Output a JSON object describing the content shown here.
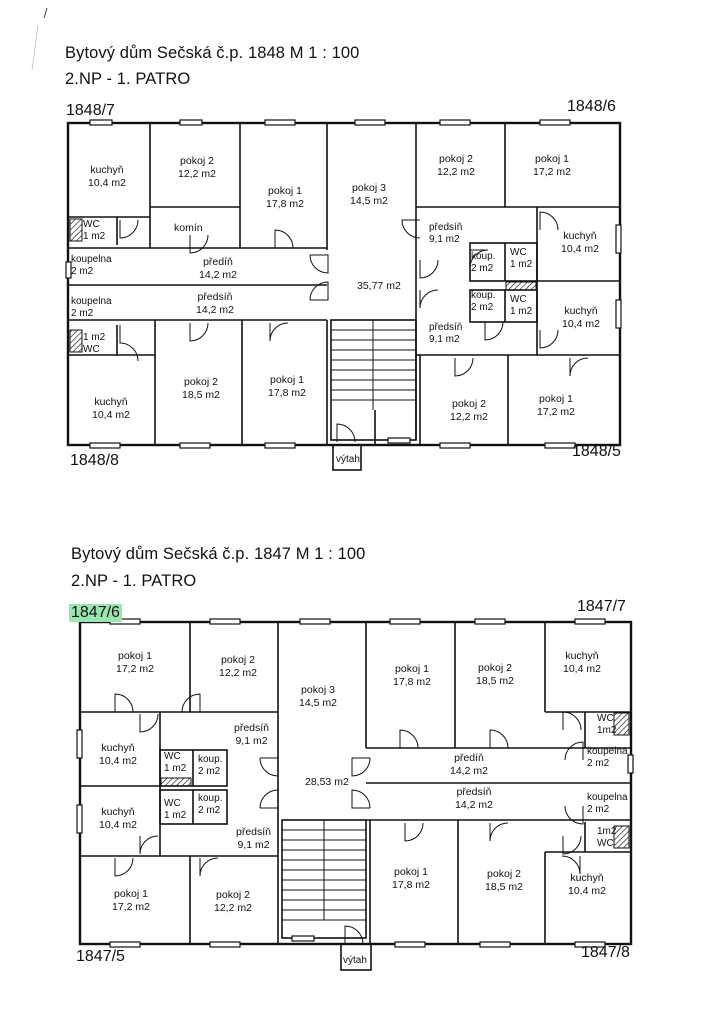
{
  "plan1": {
    "title": "Bytový dům Sečská č.p. 1848 M 1 : 100",
    "floor": "2.NP - 1. PATRO",
    "units": {
      "tl": "1848/7",
      "tr": "1848/6",
      "bl": "1848/8",
      "br": "1848/5"
    },
    "rooms": {
      "kuchyn_tl": "kuchyň\n10,4 m2",
      "pokoj2_tl": "pokoj 2\n12,2 m2",
      "pokoj1_tl": "pokoj 1\n17,8 m2",
      "pokoj3": "pokoj 3\n14,5 m2",
      "pokoj2_tr": "pokoj 2\n12,2 m2",
      "pokoj1_tr": "pokoj 1\n17,2 m2",
      "komin": "komín",
      "wc_tl": "WC\n1 m2",
      "koupelna_tl": "koupelna\n2 m2",
      "predin_tl": "předíň\n14,2 m2",
      "predsin_tr_up": "předsíň\n9,1 m2",
      "koup_tr_up": "koup.\n2 m2",
      "wc_tr_up": "WC\n1 m2",
      "kuchyn_tr_up": "kuchyň\n10,4 m2",
      "hall": "35,77 m2",
      "koupelna_bl": "koupelna\n2 m2",
      "predsin_bl": "předsíň\n14,2 m2",
      "koup_tr_lo": "koup.\n2 m2",
      "wc_tr_lo": "WC\n1 m2",
      "kuchyn_tr_lo": "kuchyň\n10,4 m2",
      "predsin_tr_lo": "předsíň\n9,1 m2",
      "wc_bl": "1 m2\nWC",
      "kuchyn_bl": "kuchyň\n10,4 m2",
      "pokoj2_bl": "pokoj 2\n18,5 m2",
      "pokoj1_bl": "pokoj 1\n17,8 m2",
      "pokoj2_br": "pokoj 2\n12,2 m2",
      "pokoj1_br": "pokoj 1\n17,2 m2",
      "vytah": "výtah"
    }
  },
  "plan2": {
    "title": "Bytový dům Sečská č.p. 1847 M 1 : 100",
    "floor": "2.NP - 1. PATRO",
    "units": {
      "tl": "1847/6",
      "tr": "1847/7",
      "bl": "1847/5",
      "br": "1847/8"
    },
    "rooms": {
      "pokoj1_tl": "pokoj 1\n17,2 m2",
      "pokoj2_tl": "pokoj 2\n12,2 m2",
      "pokoj3": "pokoj 3\n14,5 m2",
      "pokoj1_tr": "pokoj 1\n17,8 m2",
      "pokoj2_tr": "pokoj 2\n18,5 m2",
      "kuchyn_tr": "kuchyň\n10,4 m2",
      "predsin_tl_up": "předsíň\n9,1 m2",
      "kuchyn_tl_up": "kuchyň\n10,4 m2",
      "wc_tl_up": "WC\n1 m2",
      "koup_tl_up": "koup.\n2 m2",
      "wc_tr": "WC\n1m2",
      "koupelna_tr": "koupelna\n2 m2",
      "hall": "28,53 m2",
      "predin_tr": "předíň\n14,2 m2",
      "predsin_br": "předsíň\n14,2 m2",
      "koupelna_br": "koupelna\n2 m2",
      "kuchyn_tl_lo": "kuchyň\n10,4 m2",
      "wc_tl_lo": "WC\n1 m2",
      "koup_tl_lo": "koup.\n2 m2",
      "predsin_tl_lo": "předsíň\n9,1 m2",
      "wc_br": "1m2\nWC",
      "pokoj1_bl": "pokoj 1\n17,2 m2",
      "pokoj2_bl": "pokoj 2\n12,2 m2",
      "pokoj1_br": "pokoj 1\n17,8 m2",
      "pokoj2_br": "pokoj 2\n18,5 m2",
      "kuchyn_br": "kuchyň\n10,4 m2",
      "vytah": "výtah"
    }
  },
  "colors": {
    "highlight": "#9ae6b0",
    "ink": "#111111"
  }
}
